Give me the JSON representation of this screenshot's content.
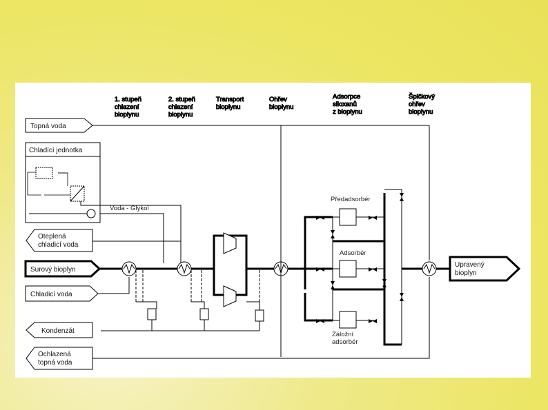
{
  "header": {
    "stage1": [
      "1. stupeň",
      "chlazení",
      "bioplynu"
    ],
    "stage2": [
      "2. stupeň",
      "chlazení",
      "bioplynu"
    ],
    "transport": [
      "Transport",
      "bioplynu"
    ],
    "heating": [
      "Ohřev",
      "bioplynu"
    ],
    "adsorption": [
      "Adsorpce",
      "siloxanů",
      "z bioplynu"
    ],
    "peak_heating": [
      "Špičkový",
      "ohřev",
      "bioplynu"
    ]
  },
  "streams": {
    "topna_voda": "Topná voda",
    "chladici_jednotka": "Chladící jednotka",
    "voda_glykol": "Voda - Glykol",
    "oteplena": [
      "Oteplená",
      "chladicí voda"
    ],
    "surovy_bioplyn": "Surový bioplyn",
    "chladici_voda": "Chladicí voda",
    "kondenzat": "Kondenzát",
    "ochlazena": [
      "Ochlazená",
      "topná voda"
    ],
    "upraveny": [
      "Upravený",
      "bioplyn"
    ]
  },
  "units": {
    "predadsorber": "Předadsorbér",
    "adsorber": "Adsorbér",
    "zalozni": [
      "Záložní",
      "adsorbér"
    ]
  }
}
